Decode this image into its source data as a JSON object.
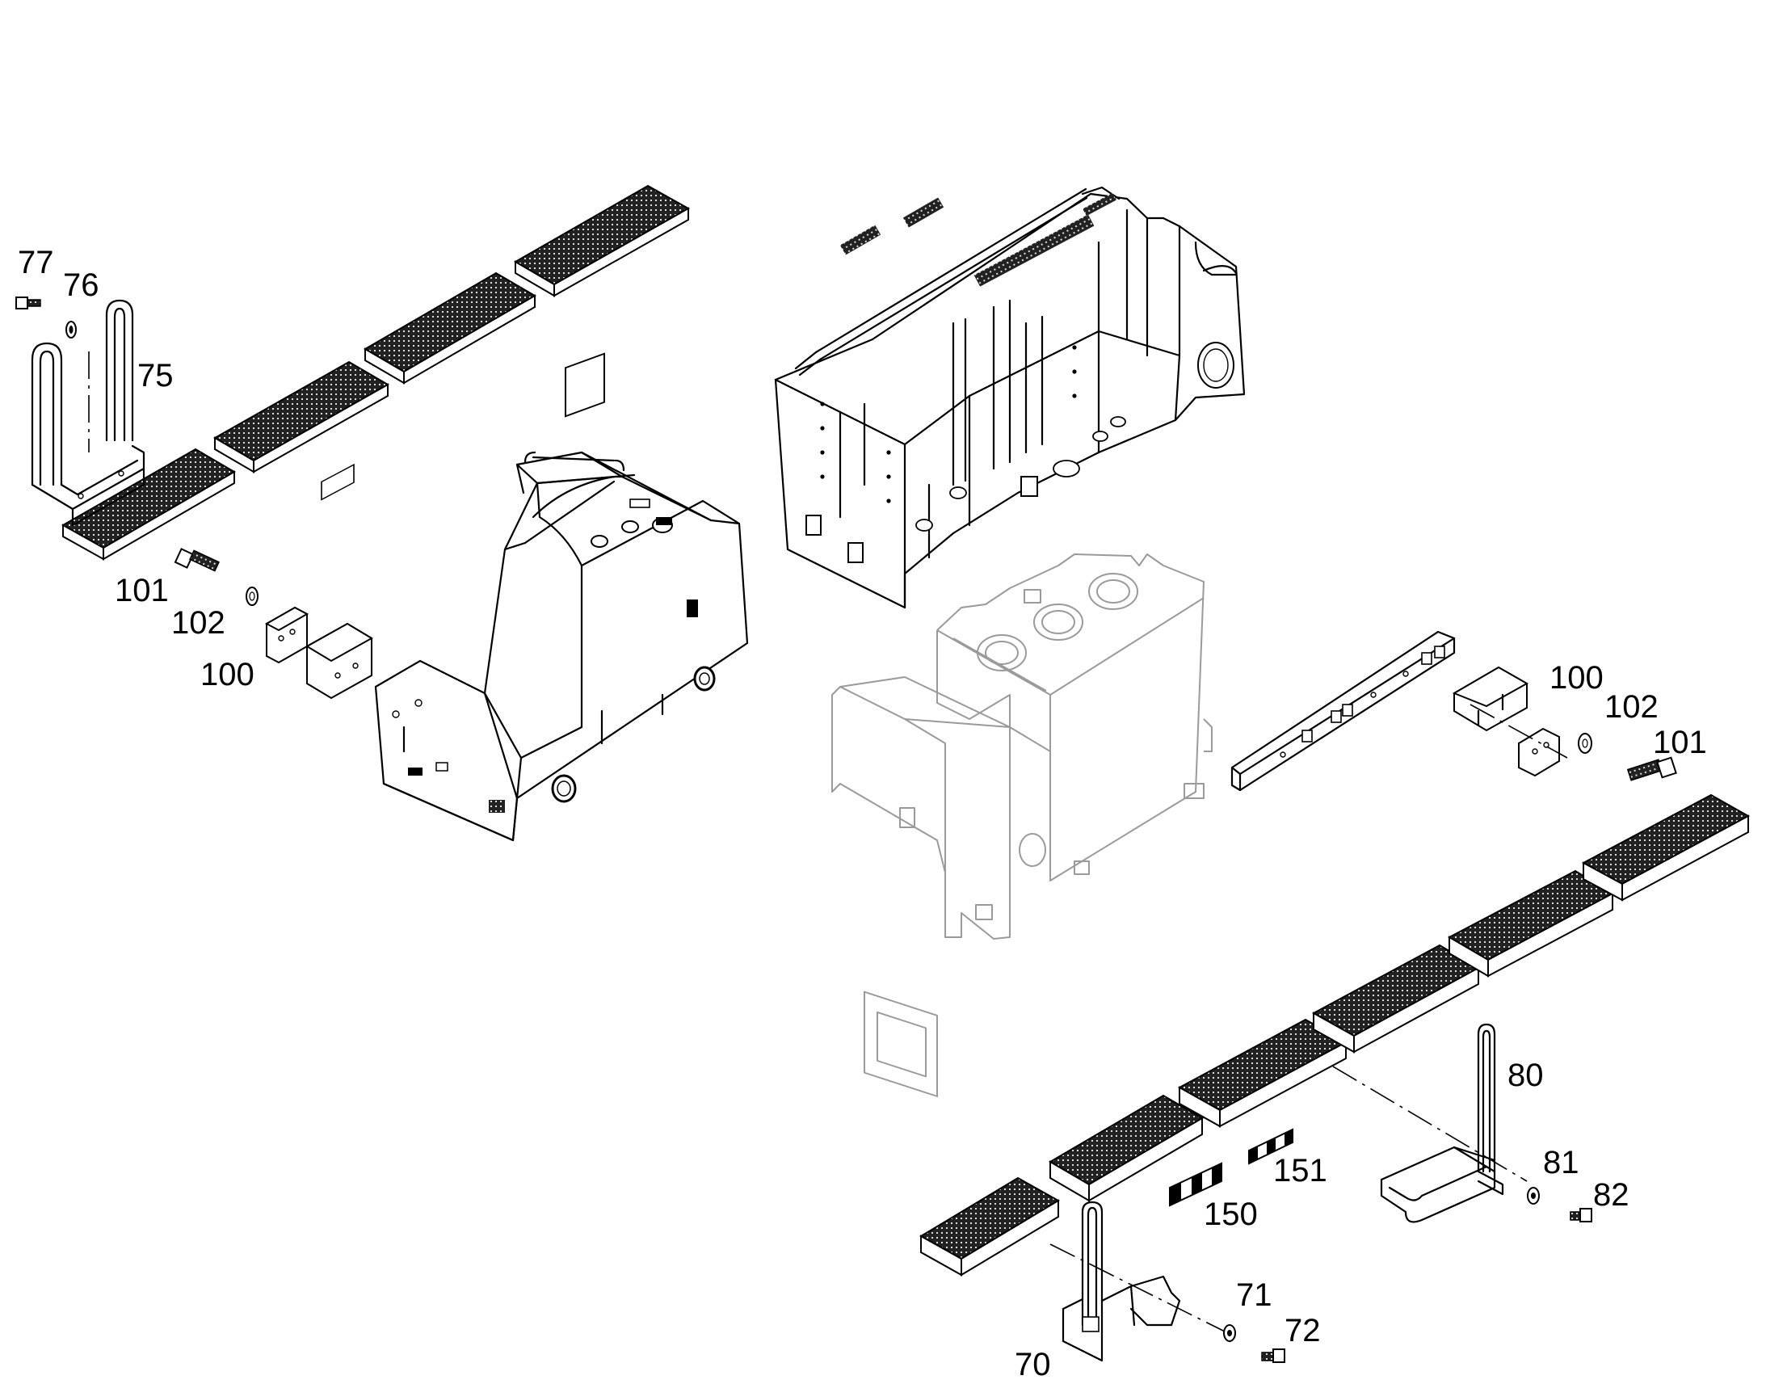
{
  "labels": {
    "p70": "70",
    "p71": "71",
    "p72": "72",
    "p75": "75",
    "p76": "76",
    "p77": "77",
    "p80": "80",
    "p81": "81",
    "p82": "82",
    "p100_left": "100",
    "p101_left": "101",
    "p102_left": "102",
    "p100_right": "100",
    "p101_right": "101",
    "p102_right": "102",
    "p150": "150",
    "p151": "151"
  }
}
